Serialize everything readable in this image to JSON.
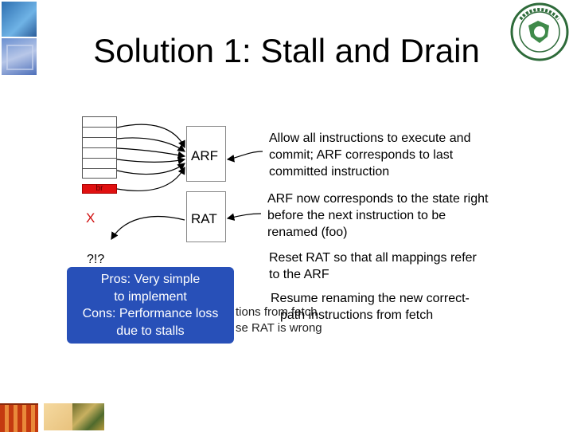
{
  "slide": {
    "title": "Solution 1: Stall and Drain"
  },
  "diagram": {
    "branch_label": "br",
    "mispredict_marker": "X",
    "unknown_marker": "?!?",
    "arf_label": "ARF",
    "rat_label": "RAT"
  },
  "notes": {
    "step1": "Allow all instructions to execute and commit; ARF corresponds to last committed instruction",
    "step2": "ARF now corresponds to the state right before the next instruction to be renamed (foo)",
    "step3": "Reset RAT so that all mappings refer to the ARF",
    "step4_line1": "Resume renaming the new correct-",
    "step4_line2": "path instructions from fetch",
    "ghost_line1": "tions from fetch",
    "ghost_line2": "se RAT is wrong"
  },
  "pros_cons": {
    "line1": "Pros: Very simple",
    "line2": "to implement",
    "line3": "Cons: Performance loss",
    "line4": "due to stalls"
  },
  "colors": {
    "box_blue": "#2850b8",
    "branch_red": "#e01010"
  }
}
